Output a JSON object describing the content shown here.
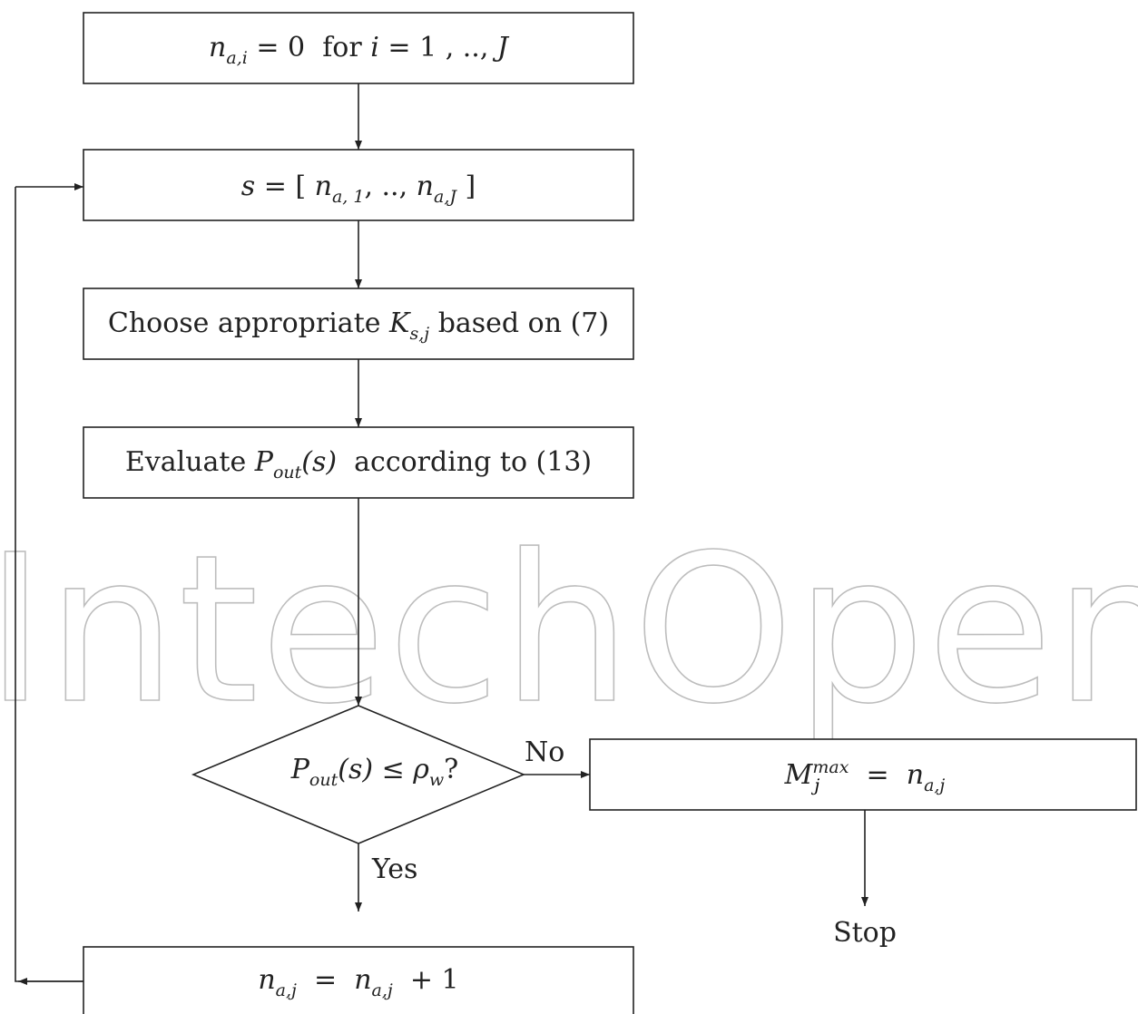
{
  "watermark": "IntechOpen",
  "steps": {
    "init": {
      "var": "n",
      "var_sub": "a,i",
      "assign": " = 0  for ",
      "index": "i",
      "range": " = 1 , .., ",
      "end": "J"
    },
    "state": {
      "lhs": "s",
      "open": " = [ ",
      "first_var": "n",
      "first_sub": "a, 1",
      "sep": ", .., ",
      "last_var": "n",
      "last_sub": "a,J",
      "close": " ]"
    },
    "choose": {
      "pre": "Choose appropriate ",
      "var": "K",
      "var_sub": "s,j",
      "post": " based on (7)"
    },
    "evaluate": {
      "pre": "Evaluate ",
      "var": "P",
      "var_sub": "out",
      "arg": "(s)",
      "post": "  according to (13)"
    },
    "decision": {
      "var": "P",
      "var_sub": "out",
      "arg": "(s)",
      "op": " ≤ ",
      "rho": "ρ",
      "rho_sub": "w",
      "q": "?"
    },
    "result": {
      "var": "M",
      "var_sub": "j",
      "var_sup": "max",
      "eq": "  =  ",
      "rhs": "n",
      "rhs_sub": "a,j"
    },
    "increment": {
      "lhs": "n",
      "lhs_sub": "a,j",
      "eq": "  =  ",
      "rhs": "n",
      "rhs_sub": "a,j",
      "plus": "  + 1"
    }
  },
  "edge_labels": {
    "no": "No",
    "yes": "Yes"
  },
  "terminal": "Stop"
}
